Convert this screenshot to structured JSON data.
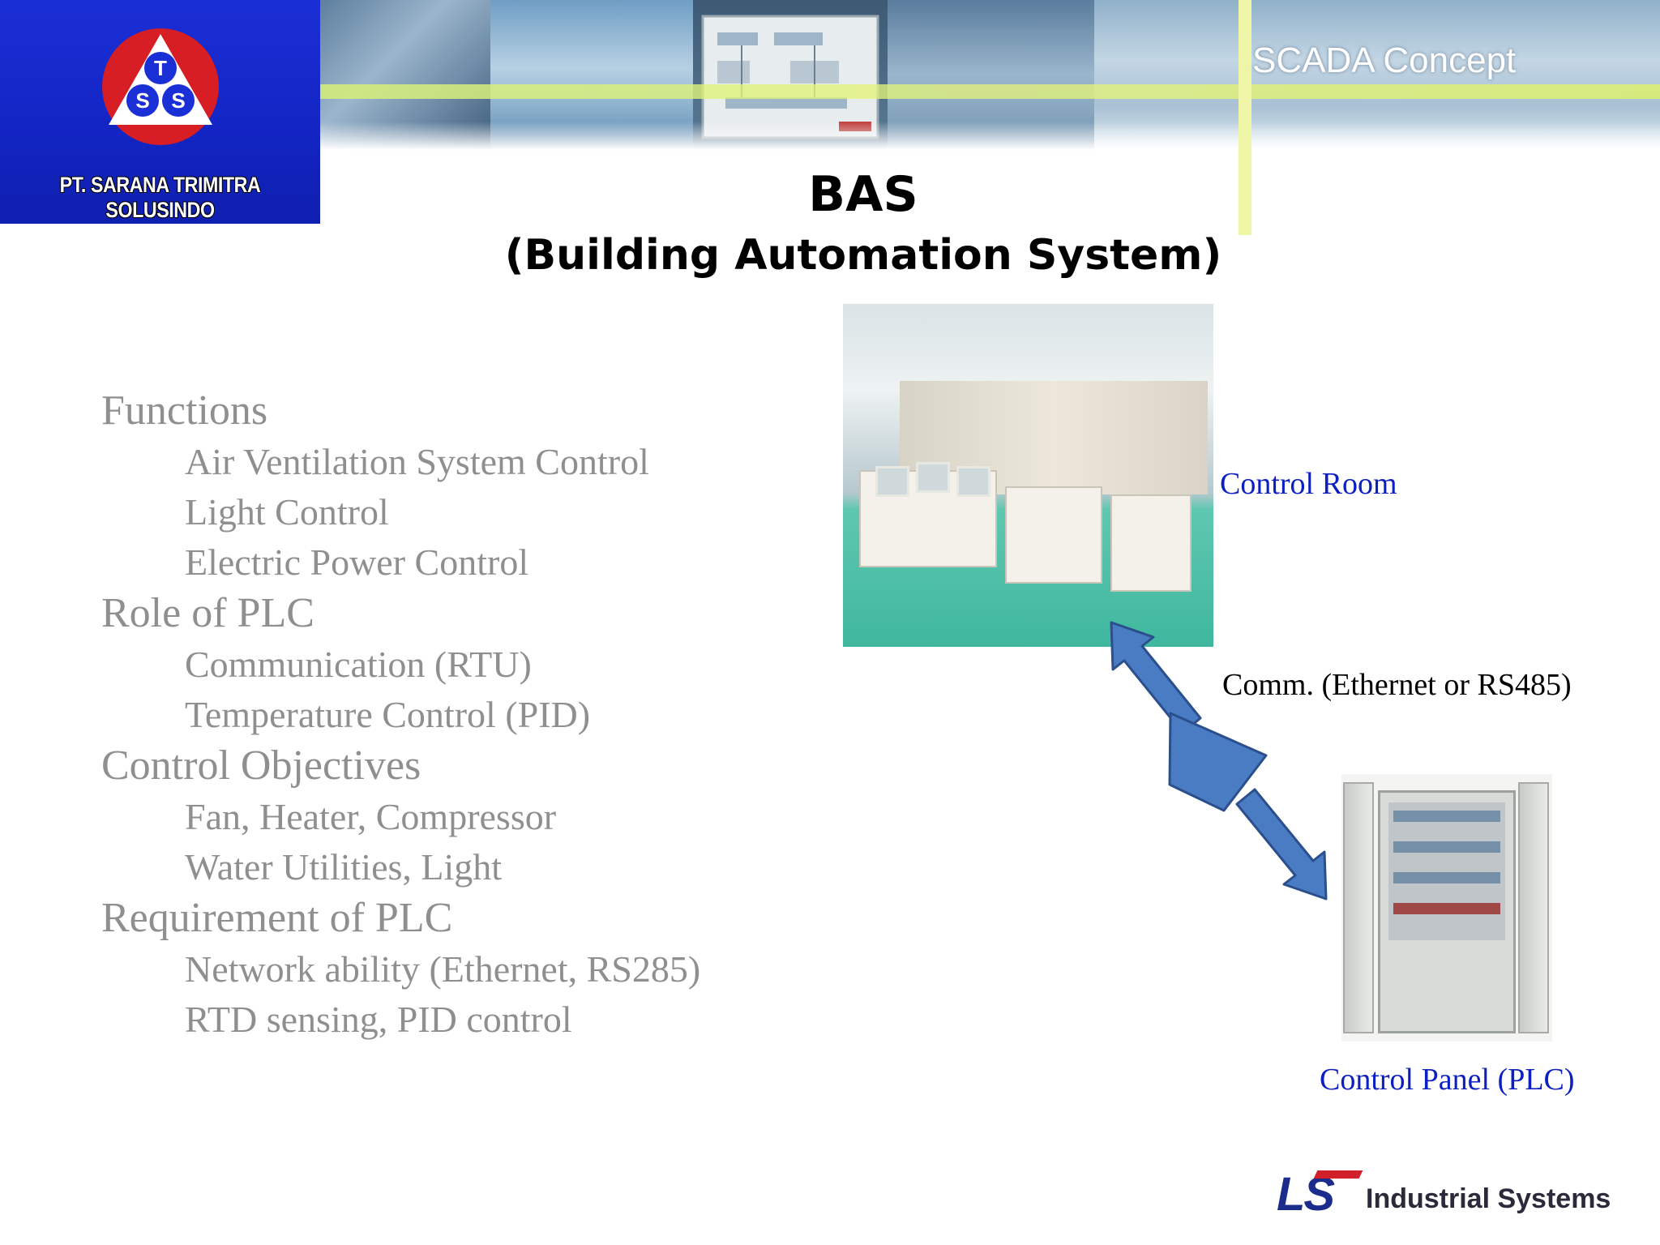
{
  "header": {
    "company_name": "PT. SARANA TRIMITRA SOLUSINDO",
    "logo_letters": [
      "T",
      "S",
      "S"
    ],
    "section_label": "SCADA Concept",
    "colors": {
      "logo_bg": "#1b2fd6",
      "logo_circle": "#d81e25",
      "banner_yellow": "#e6f37a"
    }
  },
  "slide": {
    "title": "BAS",
    "subtitle": "(Building Automation System)"
  },
  "bullets": {
    "sections": [
      {
        "heading": "Functions",
        "items": [
          "Air Ventilation System Control",
          "Light Control",
          "Electric Power Control"
        ]
      },
      {
        "heading": "Role of PLC",
        "items": [
          "Communication (RTU)",
          "Temperature Control (PID)"
        ]
      },
      {
        "heading": "Control Objectives",
        "items": [
          "Fan, Heater, Compressor",
          "Water Utilities, Light"
        ]
      },
      {
        "heading": "Requirement of PLC",
        "items": [
          "Network ability (Ethernet, RS285)",
          "RTD sensing, PID control"
        ]
      }
    ]
  },
  "diagram": {
    "control_room_label": "Control Room",
    "comm_label": "Comm. (Ethernet or RS485)",
    "control_panel_label": "Control Panel (PLC)",
    "arrow_color": "#4a7cc3",
    "label_color": "#0d1fc0"
  },
  "footer": {
    "brand_mark": "LS",
    "brand_text": "Industrial Systems"
  }
}
